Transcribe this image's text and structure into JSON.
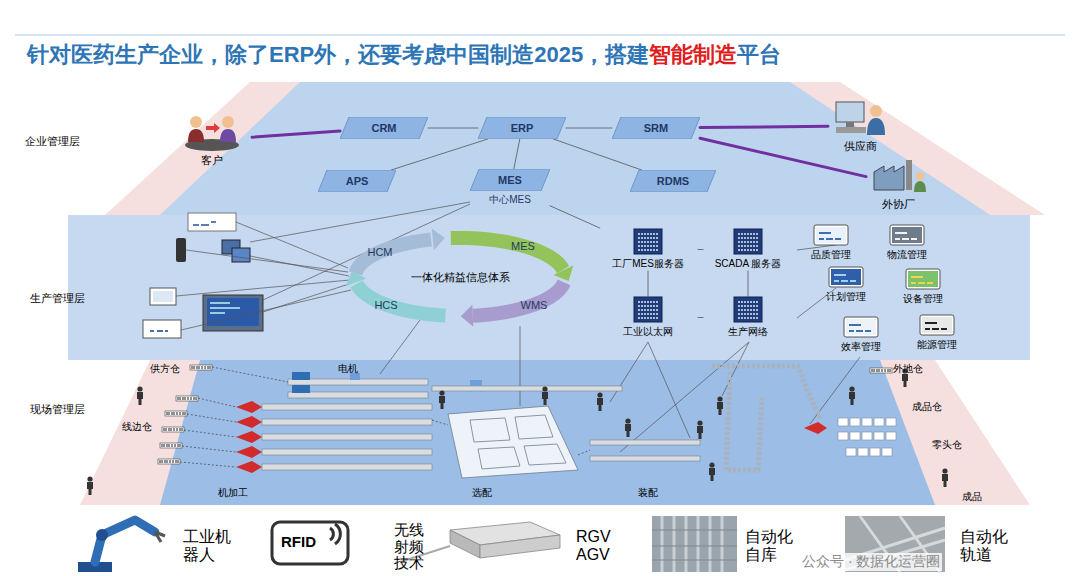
{
  "diagram": {
    "title": "针对医药生产企业，除了ERP外，还要考虑中国制造2025，搭建智能制造平台",
    "nodes": [
      {
        "text": [
          "企业管理层"
        ]
      },
      {
        "text": [
          "客户"
        ],
        "in": 0
      },
      {
        "text": [
          "CRM"
        ],
        "in": 0
      },
      {
        "text": [
          "ERP"
        ],
        "in": 0
      },
      {
        "text": [
          "SRM"
        ],
        "in": 0
      },
      {
        "text": [
          "APS"
        ],
        "in": 0
      },
      {
        "text": [
          "MES",
          "中心MES"
        ],
        "in": 0
      },
      {
        "text": [
          "RDMS"
        ],
        "in": 0
      },
      {
        "text": [
          "供应商"
        ],
        "in": 0
      },
      {
        "text": [
          "外协厂"
        ],
        "in": 0
      },
      {
        "text": [
          "生产管理层"
        ]
      },
      {
        "text": [
          "一体化精益信息体系"
        ],
        "in": 10
      },
      {
        "text": [
          "工厂MES服务器"
        ],
        "in": 10
      },
      {
        "text": [
          "SCADA 服务器"
        ],
        "in": 10
      },
      {
        "text": [
          "工业以太网"
        ],
        "in": 10
      },
      {
        "text": [
          "生产网络"
        ],
        "in": 10
      },
      {
        "text": [
          "品质管理"
        ],
        "in": 10
      },
      {
        "text": [
          "物流管理"
        ],
        "in": 10
      },
      {
        "text": [
          "计划管理"
        ],
        "in": 10
      },
      {
        "text": [
          "设备管理"
        ],
        "in": 10
      },
      {
        "text": [
          "效率管理"
        ],
        "in": 10
      },
      {
        "text": [
          "能源管理"
        ],
        "in": 10
      },
      {
        "text": [
          "现场管理层"
        ]
      }
    ],
    "edges": [
      {
        "from": 1,
        "to": 2,
        "arrow": "none"
      },
      {
        "from": 4,
        "to": 8,
        "arrow": "none"
      },
      {
        "from": 4,
        "to": 9,
        "arrow": "none"
      },
      {
        "from": 3,
        "to": 2,
        "arrow": "none"
      },
      {
        "from": 3,
        "to": 4,
        "arrow": "none"
      },
      {
        "from": 3,
        "to": 5,
        "arrow": "none"
      },
      {
        "from": 3,
        "to": 6,
        "arrow": "none"
      },
      {
        "from": 3,
        "to": 7,
        "arrow": "none"
      },
      {
        "from": 6,
        "to": 12,
        "arrow": "none"
      },
      {
        "from": 12,
        "to": 13,
        "arrow": "none"
      },
      {
        "from": 12,
        "to": 14,
        "arrow": "none"
      },
      {
        "from": 13,
        "to": 15,
        "arrow": "none"
      },
      {
        "from": 14,
        "to": 15,
        "arrow": "none"
      }
    ],
    "labels": [
      "MES",
      "WMS",
      "HCS",
      "HCM",
      "电机",
      "供方仓",
      "线边仓",
      "机加工",
      "选配",
      "装配",
      "外地仓",
      "成品仓",
      "零头仓",
      "成品",
      "工业机器人",
      "RFID",
      "无线射频技术",
      "RGV AGV",
      "自动化自库",
      "自动化轨道",
      "公众号 · 数据化运营圈"
    ]
  }
}
